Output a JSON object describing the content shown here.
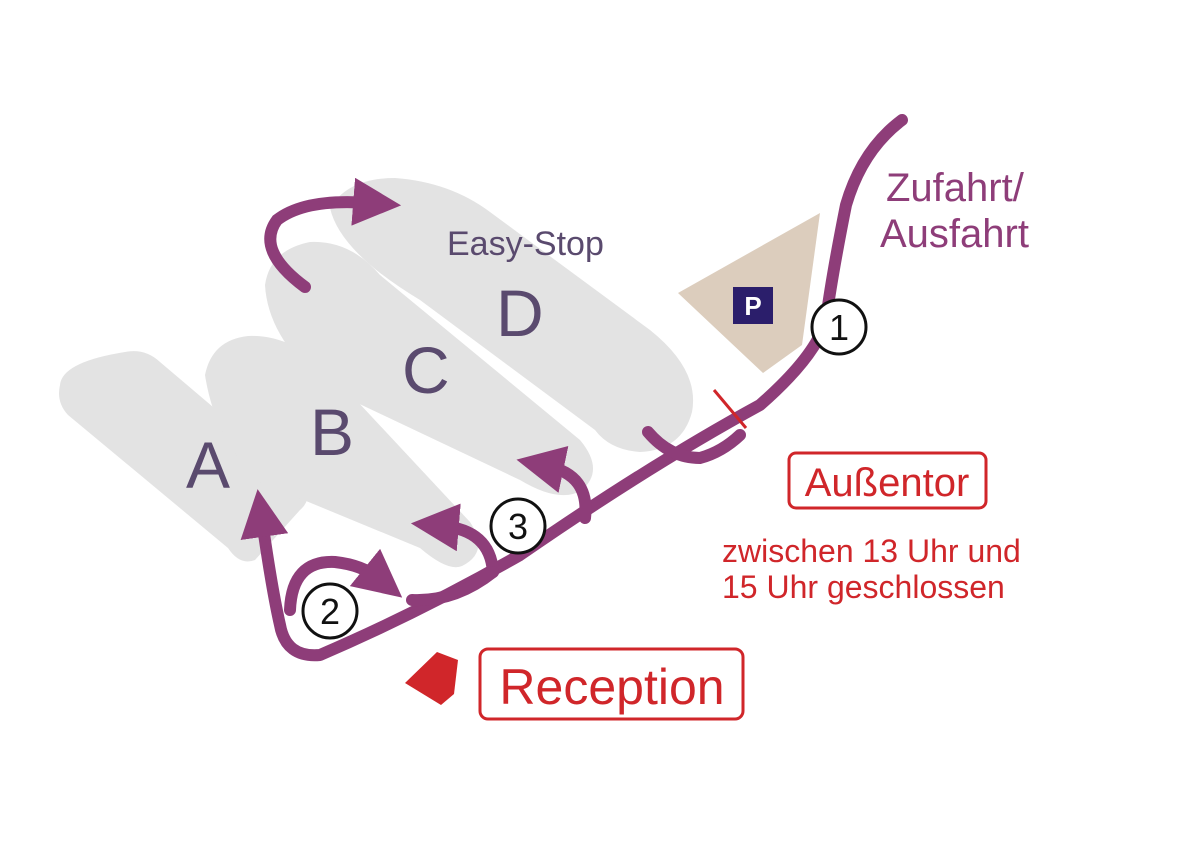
{
  "zones": [
    {
      "letter": "A"
    },
    {
      "letter": "B"
    },
    {
      "letter": "C"
    },
    {
      "letter": "D",
      "title": "Easy-Stop"
    }
  ],
  "access_label_line1": "Zufahrt/",
  "access_label_line2": "Ausfahrt",
  "parking_label": "P",
  "route_markers": [
    "1",
    "2",
    "3"
  ],
  "gate": {
    "label": "Außentor",
    "note_line1": "zwischen 13 Uhr und",
    "note_line2": "15 Uhr geschlossen"
  },
  "reception_label": "Reception",
  "colors": {
    "road": "#8e3d79",
    "zone": "#e3e3e3",
    "zone_text": "#5a4a6e",
    "parking_area": "#dccdbd",
    "parking_sign": "#2b1e6b",
    "label_red": "#d0262a"
  }
}
